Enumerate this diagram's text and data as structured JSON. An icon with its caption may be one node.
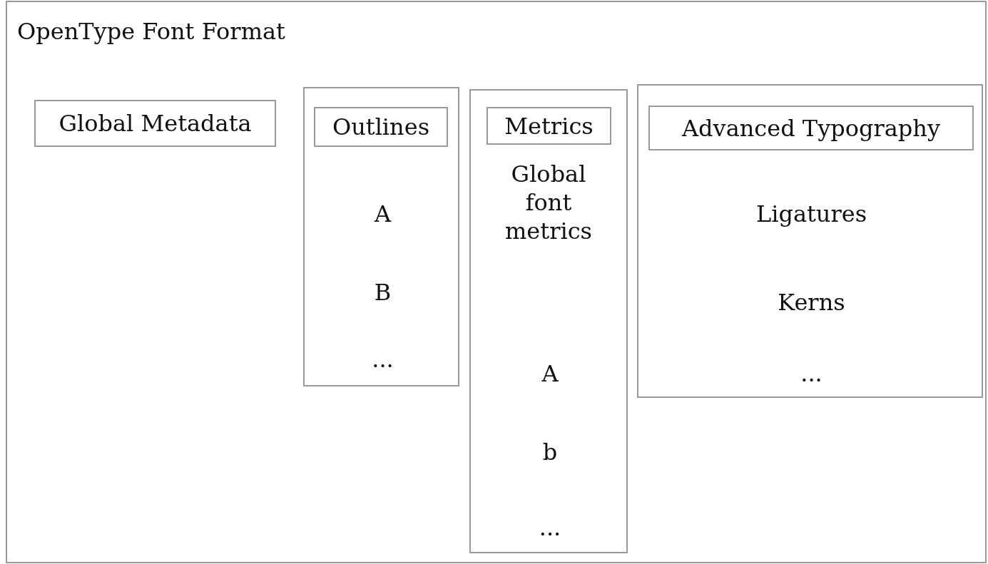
{
  "diagram": {
    "nodes": [
      {
        "text": [
          "OpenType Font Format"
        ]
      },
      {
        "text": [
          "Global Metadata"
        ],
        "in": 0
      },
      {
        "text": [
          "A",
          "B",
          "..."
        ],
        "in": 0
      },
      {
        "text": [
          "Outlines"
        ],
        "in": 2
      },
      {
        "text": [
          "Global font metrics",
          "A",
          "b",
          "..."
        ],
        "in": 0
      },
      {
        "text": [
          "Metrics"
        ],
        "in": 4
      },
      {
        "text": [
          "Ligatures",
          "Kerns",
          "..."
        ],
        "in": 0
      },
      {
        "text": [
          "Advanced Typography"
        ],
        "in": 6
      }
    ]
  }
}
